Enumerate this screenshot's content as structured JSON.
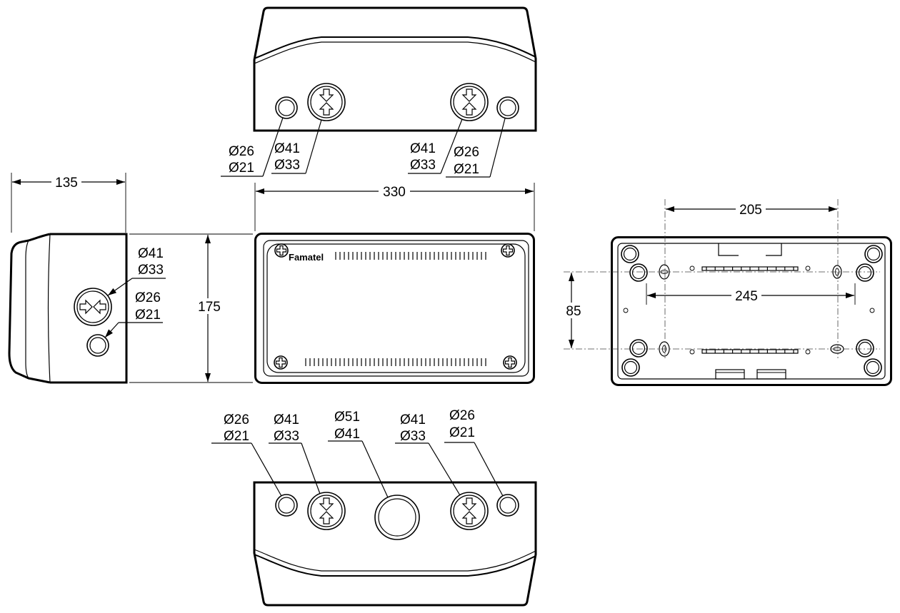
{
  "brand": "Famatel",
  "dimensions": {
    "depth": "135",
    "width": "330",
    "height": "175",
    "fixing_inner": "205",
    "fixing_outer": "245",
    "fixing_vertical": "85"
  },
  "top_view": {
    "holes": [
      {
        "outer": "Ø26",
        "inner": "Ø21"
      },
      {
        "outer": "Ø41",
        "inner": "Ø33"
      },
      {
        "outer": "Ø41",
        "inner": "Ø33"
      },
      {
        "outer": "Ø26",
        "inner": "Ø21"
      }
    ]
  },
  "side_view": {
    "holes": [
      {
        "outer": "Ø41",
        "inner": "Ø33"
      },
      {
        "outer": "Ø26",
        "inner": "Ø21"
      }
    ]
  },
  "bottom_view": {
    "holes": [
      {
        "outer": "Ø26",
        "inner": "Ø21"
      },
      {
        "outer": "Ø41",
        "inner": "Ø33"
      },
      {
        "outer": "Ø51",
        "inner": "Ø41"
      },
      {
        "outer": "Ø41",
        "inner": "Ø33"
      },
      {
        "outer": "Ø26",
        "inner": "Ø21"
      }
    ]
  }
}
